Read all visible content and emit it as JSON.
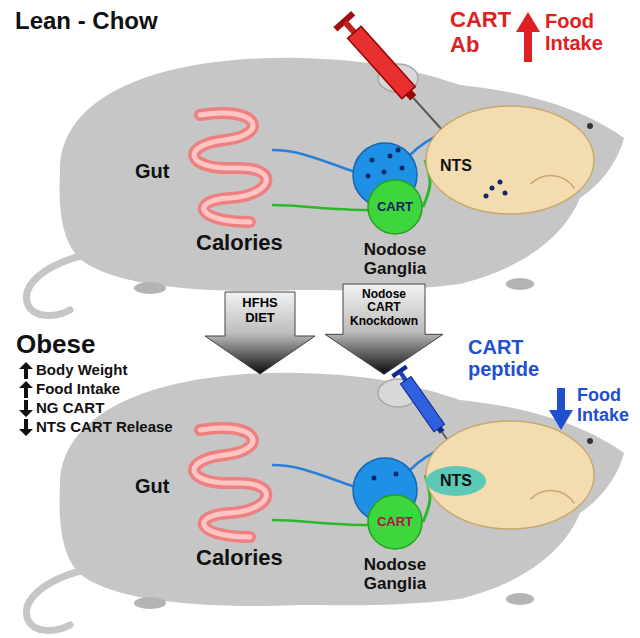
{
  "diagram": {
    "nodes": [
      {
        "text": [
          "CART"
        ]
      },
      {
        "text": [
          "NTS"
        ]
      },
      {
        "text": [
          "HFHS DIET"
        ]
      },
      {
        "text": [
          "Nodose CART Knockdown"
        ]
      },
      {
        "text": [
          "CART"
        ]
      },
      {
        "text": [
          "NTS"
        ]
      }
    ],
    "edges": [
      {
        "from": 0,
        "to": 1,
        "arrow": "none"
      },
      {
        "from": 4,
        "to": 5,
        "arrow": "none"
      }
    ],
    "labels": [
      "Lean - Chow",
      "CART Ab",
      "Food Intake",
      "Gut",
      "Calories",
      "Nodose Ganglia",
      "Obese",
      "Body Weight",
      "Food Intake",
      "NG CART",
      "NTS CART Release",
      "CART peptide",
      "Food Intake",
      "Gut",
      "Calories",
      "Nodose Ganglia"
    ]
  }
}
